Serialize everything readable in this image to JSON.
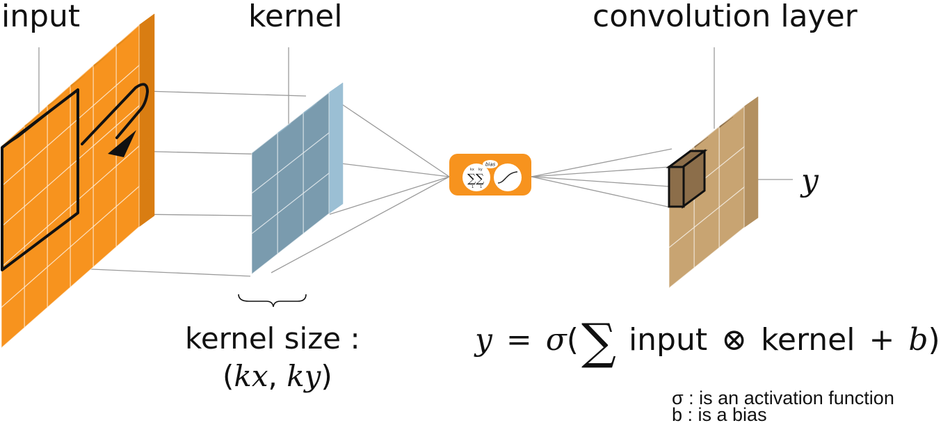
{
  "labels": {
    "input": "input",
    "kernel": "kernel",
    "convolution_layer": "convolution layer",
    "output_symbol": "y",
    "kernel_size_title": "kernel size :",
    "kernel_size_open": "(",
    "kernel_size_kx": "kx",
    "kernel_size_sep": ", ",
    "kernel_size_ky": "ky",
    "kernel_size_close": ")"
  },
  "neuron": {
    "bias_label": "bias",
    "sum_index_1": "kx",
    "sum_index_2": "ky",
    "sum_lower_1": "1",
    "sum_lower_2": "1"
  },
  "formula": {
    "lhs": "y",
    "equals": "=",
    "sigma": "σ",
    "open": "(",
    "sum": "∑",
    "input": "input",
    "otimes": "⊗",
    "kernel": "kernel",
    "plus": "+",
    "b": "b",
    "close": ")"
  },
  "notes": {
    "sigma_note": "σ : is an activation function",
    "b_note": "b : is a bias"
  },
  "colors": {
    "input_front": "#F7931E",
    "input_side": "#D97D12",
    "input_top": "#E48A1A",
    "kernel_front": "#7A9BAE",
    "kernel_side": "#9BBFD4",
    "kernel_top": "#8FB3C8",
    "conv_front": "#C8A472",
    "conv_side": "#B39060",
    "conv_top": "#8C6E4A",
    "neuron_bg": "#F7931E"
  }
}
